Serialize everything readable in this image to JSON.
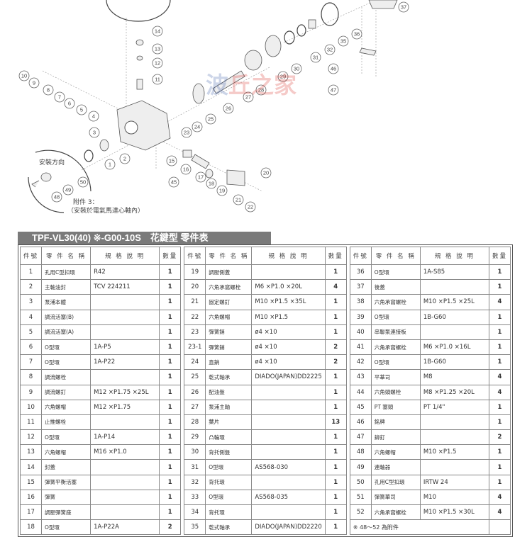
{
  "diagram": {
    "callouts": [
      "1",
      "2",
      "3",
      "4",
      "5",
      "6",
      "7",
      "8",
      "9",
      "10",
      "11",
      "12",
      "13",
      "14",
      "15",
      "16",
      "17",
      "18",
      "19",
      "20",
      "21",
      "22",
      "23",
      "24",
      "25",
      "26",
      "27",
      "28",
      "29",
      "30",
      "31",
      "32",
      "35",
      "36",
      "37",
      "45",
      "46",
      "47",
      "48",
      "49",
      "50"
    ],
    "install_direction": "安裝方向",
    "accessory_label": "附件 3：",
    "accessory_note": "（安裝於電氣馬達心軸內）"
  },
  "table": {
    "title": "TPF-VL30(40) ※-G00-10S　花鍵型 零件表",
    "headers": {
      "no": "件號",
      "name": "零 件 名 稱",
      "spec": "規 格 說 明",
      "qty": "數量"
    },
    "columns": [
      [
        {
          "no": "1",
          "name": "孔用C型扣環",
          "spec": "R42",
          "qty": "1"
        },
        {
          "no": "2",
          "name": "主軸油封",
          "spec": "TCV 224211",
          "qty": "1"
        },
        {
          "no": "3",
          "name": "泵浦本體",
          "spec": "",
          "qty": "1"
        },
        {
          "no": "4",
          "name": "調流活塞(B)",
          "spec": "",
          "qty": "1"
        },
        {
          "no": "5",
          "name": "調流活塞(A)",
          "spec": "",
          "qty": "1"
        },
        {
          "no": "6",
          "name": "O型環",
          "spec": "1A-P5",
          "qty": "1"
        },
        {
          "no": "7",
          "name": "O型環",
          "spec": "1A-P22",
          "qty": "1"
        },
        {
          "no": "8",
          "name": "調流螺栓",
          "spec": "",
          "qty": "1"
        },
        {
          "no": "9",
          "name": "調流螺釘",
          "spec": "M12 ×P1.75 ×25L",
          "qty": "1"
        },
        {
          "no": "10",
          "name": "六角螺帽",
          "spec": "M12 ×P1.75",
          "qty": "1"
        },
        {
          "no": "11",
          "name": "止推螺栓",
          "spec": "",
          "qty": "1"
        },
        {
          "no": "12",
          "name": "O型環",
          "spec": "1A-P14",
          "qty": "1"
        },
        {
          "no": "13",
          "name": "六角螺帽",
          "spec": "M16 ×P1.0",
          "qty": "1"
        },
        {
          "no": "14",
          "name": "封蓋",
          "spec": "",
          "qty": "1"
        },
        {
          "no": "15",
          "name": "彈簧平衡活塞",
          "spec": "",
          "qty": "1"
        },
        {
          "no": "16",
          "name": "彈簧",
          "spec": "",
          "qty": "1"
        },
        {
          "no": "17",
          "name": "調壓彈簧座",
          "spec": "",
          "qty": "1"
        },
        {
          "no": "18",
          "name": "O型環",
          "spec": "1A-P22A",
          "qty": "2"
        }
      ],
      [
        {
          "no": "19",
          "name": "調壓側蓋",
          "spec": "",
          "qty": "1"
        },
        {
          "no": "20",
          "name": "六角承窩螺栓",
          "spec": "M6 ×P1.0 ×20L",
          "qty": "4"
        },
        {
          "no": "21",
          "name": "固定螺釘",
          "spec": "M10 ×P1.5 ×35L",
          "qty": "1"
        },
        {
          "no": "22",
          "name": "六角螺帽",
          "spec": "M10 ×P1.5",
          "qty": "1"
        },
        {
          "no": "23",
          "name": "彈簧銷",
          "spec": "ø4 ×10",
          "qty": "1"
        },
        {
          "no": "23-1",
          "name": "彈簧銷",
          "spec": "ø4 ×10",
          "qty": "2"
        },
        {
          "no": "24",
          "name": "直銷",
          "spec": "ø4 ×10",
          "qty": "2"
        },
        {
          "no": "25",
          "name": "乾式軸承",
          "spec": "DIADO(JAPAN)DD2225",
          "qty": "1"
        },
        {
          "no": "26",
          "name": "配油盤",
          "spec": "",
          "qty": "1"
        },
        {
          "no": "27",
          "name": "泵浦主軸",
          "spec": "",
          "qty": "1"
        },
        {
          "no": "28",
          "name": "葉片",
          "spec": "",
          "qty": "13"
        },
        {
          "no": "29",
          "name": "凸輪環",
          "spec": "",
          "qty": "1"
        },
        {
          "no": "30",
          "name": "背托側盤",
          "spec": "",
          "qty": "1"
        },
        {
          "no": "31",
          "name": "O型環",
          "spec": "AS568-030",
          "qty": "1"
        },
        {
          "no": "32",
          "name": "背托環",
          "spec": "",
          "qty": "1"
        },
        {
          "no": "33",
          "name": "O型環",
          "spec": "AS568-035",
          "qty": "1"
        },
        {
          "no": "34",
          "name": "背托環",
          "spec": "",
          "qty": "1"
        },
        {
          "no": "35",
          "name": "乾式軸承",
          "spec": "DIADO(JAPAN)DD2220",
          "qty": "1"
        }
      ],
      [
        {
          "no": "36",
          "name": "O型環",
          "spec": "1A-S85",
          "qty": "1"
        },
        {
          "no": "37",
          "name": "後蓋",
          "spec": "",
          "qty": "1"
        },
        {
          "no": "38",
          "name": "六角承窩螺栓",
          "spec": "M10 ×P1.5 ×25L",
          "qty": "4"
        },
        {
          "no": "39",
          "name": "O型環",
          "spec": "1B-G60",
          "qty": "1"
        },
        {
          "no": "40",
          "name": "串聯泵連接板",
          "spec": "",
          "qty": "1"
        },
        {
          "no": "41",
          "name": "六角承窩螺栓",
          "spec": "M6 ×P1.0 ×16L",
          "qty": "1"
        },
        {
          "no": "42",
          "name": "O型環",
          "spec": "1B-G60",
          "qty": "1"
        },
        {
          "no": "43",
          "name": "平華司",
          "spec": "M8",
          "qty": "4"
        },
        {
          "no": "44",
          "name": "六角頭螺栓",
          "spec": "M8 ×P1.25 ×20L",
          "qty": "4"
        },
        {
          "no": "45",
          "name": "PT 塞頭",
          "spec": "PT 1/4\"",
          "qty": "1"
        },
        {
          "no": "46",
          "name": "銘牌",
          "spec": "",
          "qty": "1"
        },
        {
          "no": "47",
          "name": "鉚釘",
          "spec": "",
          "qty": "2"
        },
        {
          "no": "48",
          "name": "六角螺帽",
          "spec": "M10 ×P1.5",
          "qty": "1"
        },
        {
          "no": "49",
          "name": "連軸器",
          "spec": "",
          "qty": "1"
        },
        {
          "no": "50",
          "name": "孔用C型扣環",
          "spec": "IRTW 24",
          "qty": "1"
        },
        {
          "no": "51",
          "name": "彈簧華司",
          "spec": "M10",
          "qty": "4"
        },
        {
          "no": "52",
          "name": "六角承窩螺栓",
          "spec": "M10 ×P1.5 ×30L",
          "qty": "4"
        }
      ]
    ],
    "footnote": "※ 48～52 為附件"
  },
  "colors": {
    "title_bar": "#7a7a7a",
    "watermark_blue": "#3a5aa8",
    "watermark_red": "#d9302a"
  }
}
